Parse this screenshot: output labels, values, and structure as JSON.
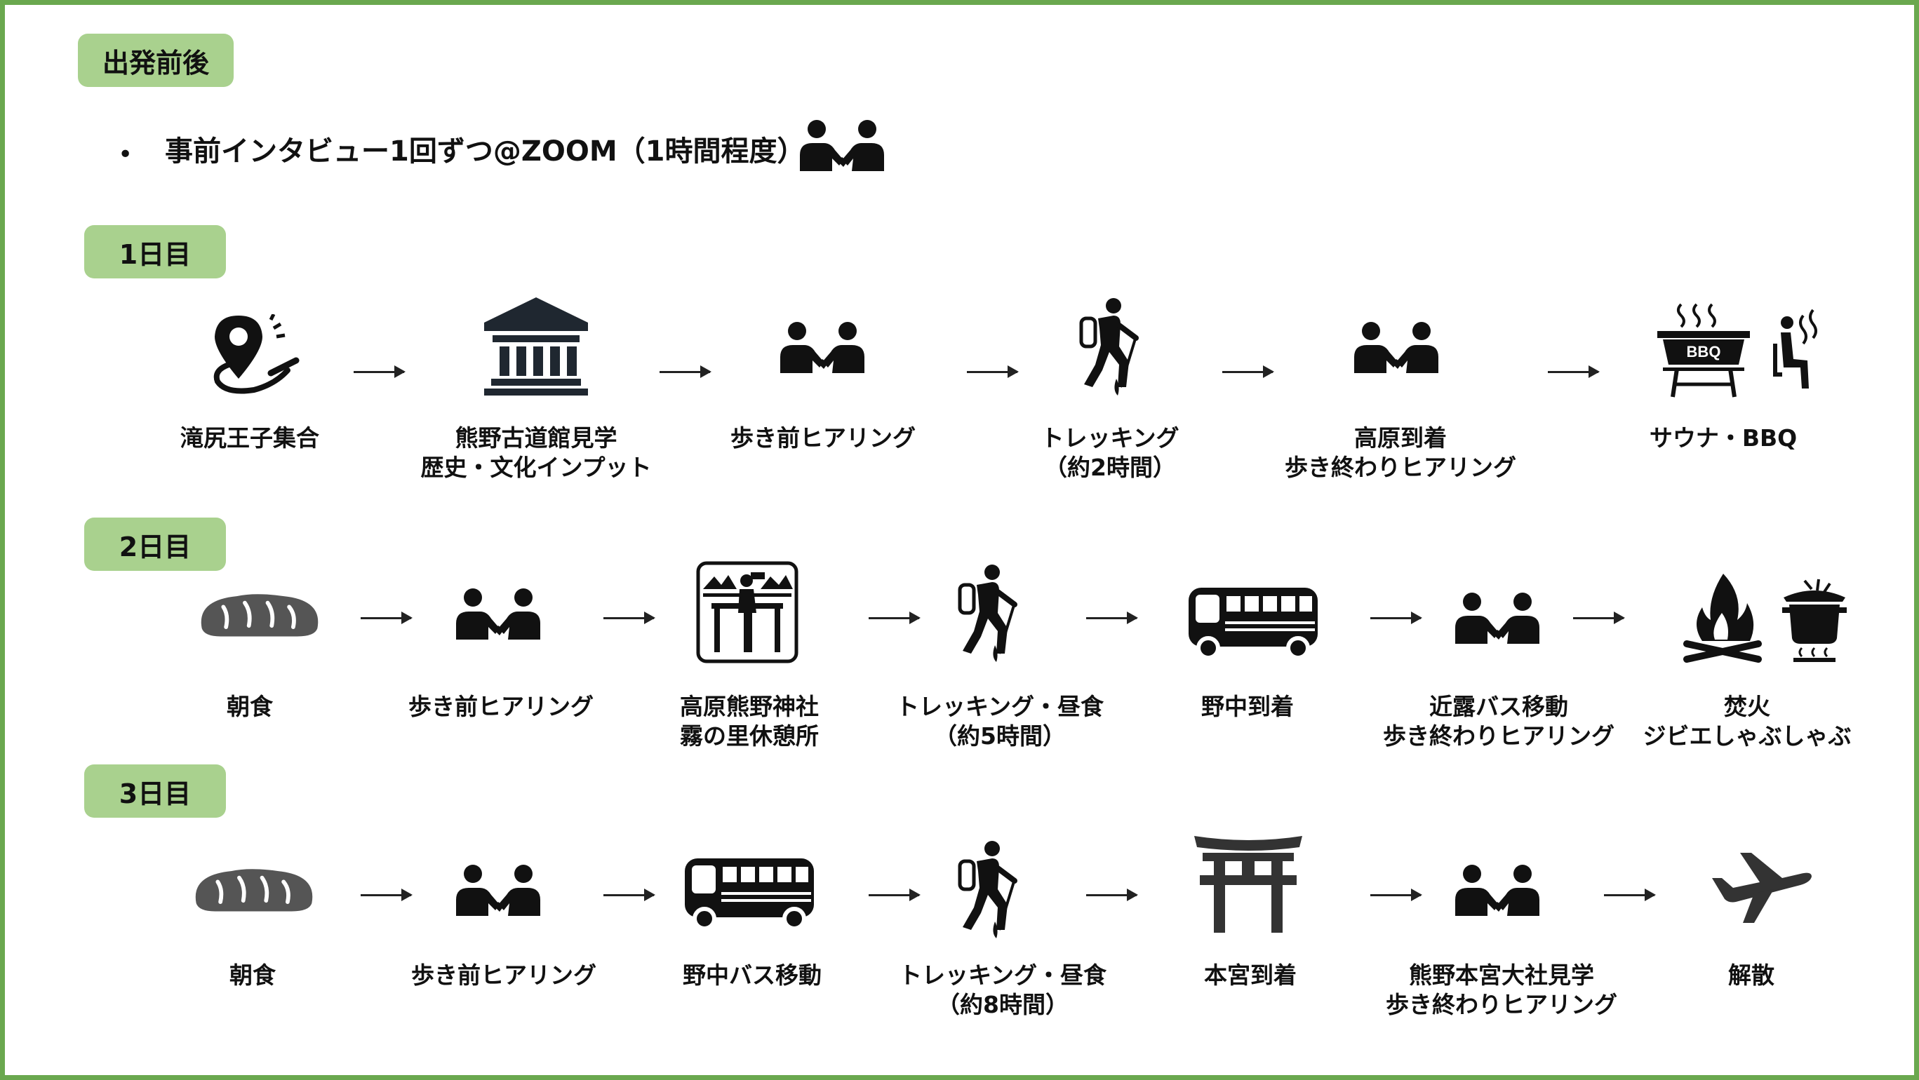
{
  "colors": {
    "accent_green": "#6aa84f",
    "badge_green": "#a9d18e",
    "icon_dark": "#111111",
    "bread_gray": "#555555"
  },
  "pre": {
    "badge": "出発前後",
    "bullet": "•",
    "interview": "事前インタビュー1回ずつ@ZOOM（1時間程度）"
  },
  "day1": {
    "badge": "1日目",
    "steps": [
      {
        "icon": "map-pin-icon",
        "lines": [
          "滝尻王子集合"
        ]
      },
      {
        "icon": "museum-icon",
        "lines": [
          "熊野古道館見学",
          "歴史・文化インプット"
        ]
      },
      {
        "icon": "interview-icon",
        "lines": [
          "歩き前ヒアリング"
        ]
      },
      {
        "icon": "hiker-icon",
        "lines": [
          "トレッキング",
          "（約2時間）"
        ]
      },
      {
        "icon": "interview-icon",
        "lines": [
          "高原到着",
          "歩き終わりヒアリング"
        ]
      },
      {
        "icon": "bbq-sauna-icon",
        "lines": [
          "サウナ・BBQ"
        ]
      }
    ],
    "bbq_text": "BBQ"
  },
  "day2": {
    "badge": "2日目",
    "steps": [
      {
        "icon": "bread-icon",
        "lines": [
          "朝食"
        ]
      },
      {
        "icon": "interview-icon",
        "lines": [
          "歩き前ヒアリング"
        ]
      },
      {
        "icon": "viewpoint-icon",
        "lines": [
          "高原熊野神社",
          "霧の里休憩所"
        ]
      },
      {
        "icon": "hiker-icon",
        "lines": [
          "トレッキング・昼食",
          "（約5時間）"
        ]
      },
      {
        "icon": "bus-icon",
        "lines": [
          "野中到着"
        ]
      },
      {
        "icon": "interview-icon",
        "lines": [
          "近露バス移動",
          "歩き終わりヒアリング"
        ]
      },
      {
        "icon": "campfire-hotpot-icon",
        "lines": [
          "焚火",
          "ジビエしゃぶしゃぶ"
        ]
      }
    ]
  },
  "day3": {
    "badge": "3日目",
    "steps": [
      {
        "icon": "bread-icon",
        "lines": [
          "朝食"
        ]
      },
      {
        "icon": "interview-icon",
        "lines": [
          "歩き前ヒアリング"
        ]
      },
      {
        "icon": "bus-icon",
        "lines": [
          "野中バス移動"
        ]
      },
      {
        "icon": "hiker-icon",
        "lines": [
          "トレッキング・昼食",
          "（約8時間）"
        ]
      },
      {
        "icon": "torii-icon",
        "lines": [
          "本宮到着"
        ]
      },
      {
        "icon": "interview-icon",
        "lines": [
          "熊野本宮大社見学",
          "歩き終わりヒアリング"
        ]
      },
      {
        "icon": "airplane-icon",
        "lines": [
          "解散"
        ]
      }
    ]
  }
}
